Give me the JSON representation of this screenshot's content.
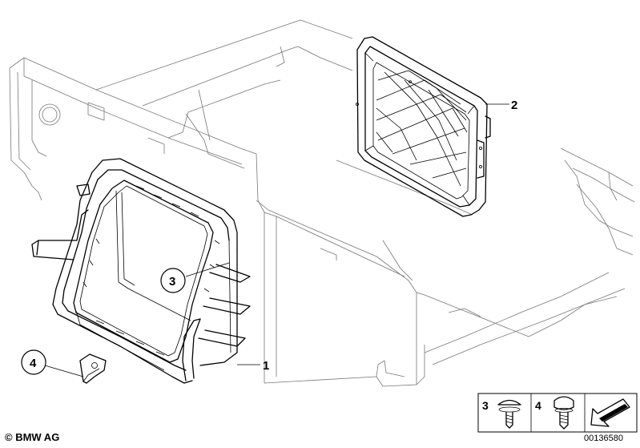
{
  "callouts": [
    {
      "number": "1"
    },
    {
      "number": "2"
    },
    {
      "number": "3"
    },
    {
      "number": "4"
    }
  ],
  "legend": {
    "items": [
      {
        "number": "3",
        "icon": "screw-with-washer-icon"
      },
      {
        "number": "4",
        "icon": "hex-bolt-icon"
      }
    ],
    "direction_icon": "arrow-icon"
  },
  "brand": "© BMW AG",
  "document_number": "00136580"
}
